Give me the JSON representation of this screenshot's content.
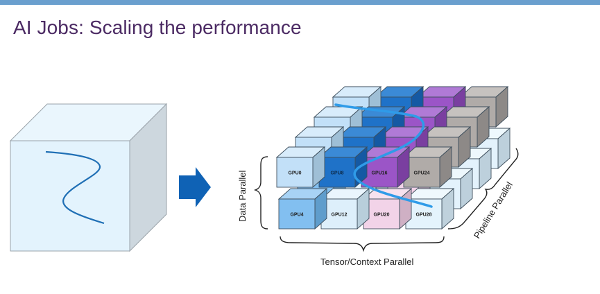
{
  "slide": {
    "title": "AI Jobs: Scaling the performance"
  },
  "diagram": {
    "labels": {
      "data_parallel": "Data Parallel",
      "tensor_parallel": "Tensor/Context Parallel",
      "pipeline_parallel": "Pipeline Parallel"
    },
    "grid": {
      "columns": 4,
      "rows": 2,
      "depth": 4
    },
    "column_colors": {
      "upper": [
        {
          "front": "#c2e0f8",
          "top": "#d8ecfb",
          "side": "#9fbfd6"
        },
        {
          "front": "#1f72c8",
          "top": "#3b8ad6",
          "side": "#1559a3"
        },
        {
          "front": "#9b55c7",
          "top": "#b07ad6",
          "side": "#7a3fa0"
        },
        {
          "front": "#b0aba8",
          "top": "#c6c2bf",
          "side": "#8d8987"
        }
      ],
      "lower": [
        {
          "front": "#82bff0",
          "top": "#a8d3f5",
          "side": "#5f9dcc"
        },
        {
          "front": "#ddeffb",
          "top": "#eaf5fd",
          "side": "#b8cedb"
        },
        {
          "front": "#f2d3e8",
          "top": "#f7e2ef",
          "side": "#cfb0c4"
        },
        {
          "front": "#e4f3fc",
          "top": "#eff8fd",
          "side": "#bfd1dc"
        }
      ],
      "lower_back": {
        "front": "#e3f2fc",
        "top": "#eef8fd",
        "side": "#bdd0dc"
      }
    },
    "gpu_labels": {
      "upper": [
        "GPU0",
        "GPU8",
        "GPU16",
        "GPU24"
      ],
      "lower": [
        "GPU4",
        "GPU12",
        "GPU20",
        "GPU28"
      ]
    },
    "model_cube": {
      "front": "#e3f3fd",
      "top": "#eaf6fd",
      "side": "#cdd7de",
      "curve": "#1f6fb5"
    },
    "arrow_color": "#0f62b5",
    "flow_curve_color": "#2f9be8"
  }
}
